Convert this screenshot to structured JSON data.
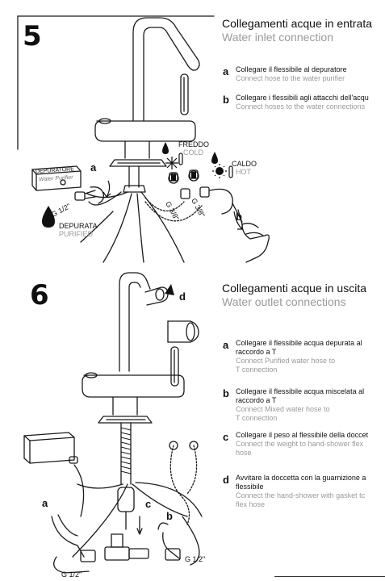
{
  "step5": {
    "number": "5",
    "title_it": "Collegamenti acque in entrata",
    "title_en": "Water inlet connection",
    "instructions": [
      {
        "key": "a",
        "it": "Collegare il flessibile al depuratore",
        "en": "Connect hose to the water purifier"
      },
      {
        "key": "b",
        "it": "Collegare i flessibili agli attacchi dell'acqu",
        "en": "Connect hoses to the water connections"
      }
    ],
    "labels": {
      "freddo_it": "FREDDO",
      "freddo_en": "COLD",
      "caldo_it": "CALDO",
      "caldo_en": "HOT",
      "depurata_it": "DEPURATA",
      "depurata_en": "PURIFIED",
      "purifier_box_text": "DEPURATORE",
      "purifier_box_sub": "Water Purifier",
      "thread_half": "G 1/2\"",
      "thread_38a": "G 3/8\"",
      "thread_38b": "G 3/8\"",
      "callout_a": "a",
      "callout_b": "b"
    }
  },
  "step6": {
    "number": "6",
    "title_it": "Collegamenti acque in uscita",
    "title_en": "Water outlet connections",
    "instructions": [
      {
        "key": "a",
        "it": [
          "Collegare il flessibile acqua depurata al",
          "raccordo a T"
        ],
        "en": [
          "Connect Purified water hose to",
          "T connection"
        ]
      },
      {
        "key": "b",
        "it": [
          "Collegare il flessibile acqua miscelata al",
          "raccordo a T"
        ],
        "en": [
          "Connect Mixed water hose to",
          "T connection"
        ]
      },
      {
        "key": "c",
        "it": [
          "Collegare il peso al flessibile della doccet"
        ],
        "en": [
          "Connect the weight to hand-shower flex",
          "hose"
        ]
      },
      {
        "key": "d",
        "it": [
          "Avvitare la doccetta con la guarnizione a",
          "flessibile"
        ],
        "en": [
          "Connect the hand-shower with gasket tc",
          "flex hose"
        ]
      }
    ],
    "labels": {
      "callout_a": "a",
      "callout_b": "b",
      "callout_c": "c",
      "callout_d": "d",
      "thread_left": "G 1/2\"",
      "thread_right": "G 1/2\""
    }
  }
}
